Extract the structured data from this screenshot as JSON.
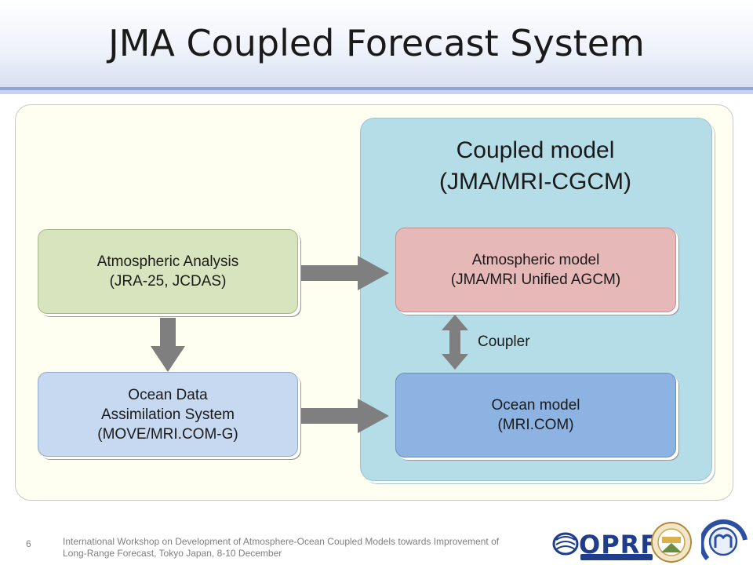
{
  "header": {
    "title": "JMA Coupled Forecast System"
  },
  "diagram": {
    "coupled_title_line1": "Coupled model",
    "coupled_title_line2": "(JMA/MRI-CGCM)",
    "atm_analysis": {
      "line1": "Atmospheric Analysis",
      "line2": "(JRA-25, JCDAS)"
    },
    "ocean_da": {
      "line1": "Ocean Data",
      "line2": "Assimilation System",
      "line3": "(MOVE/MRI.COM-G)"
    },
    "atm_model": {
      "line1": "Atmospheric model",
      "line2": "(JMA/MRI Unified AGCM)"
    },
    "ocean_model": {
      "line1": "Ocean model",
      "line2": "(MRI.COM)"
    },
    "coupler_label": "Coupler"
  },
  "footer": {
    "page_number": "6",
    "line1": "International Workshop on Development of Atmosphere-Ocean Coupled Models towards Improvement of",
    "line2": "Long-Range Forecast, Tokyo Japan, 8-10 December"
  },
  "logos": {
    "oprf_text": "OPRF"
  },
  "colors": {
    "panel_bg": "#fefff0",
    "coupled_bg": "#b5dde8",
    "atm_analysis_bg": "#d7e4bd",
    "ocean_da_bg": "#c6d9f1",
    "atm_model_bg": "#e6b9b8",
    "ocean_model_bg": "#8db3e2",
    "arrow": "#7f7f7f"
  }
}
